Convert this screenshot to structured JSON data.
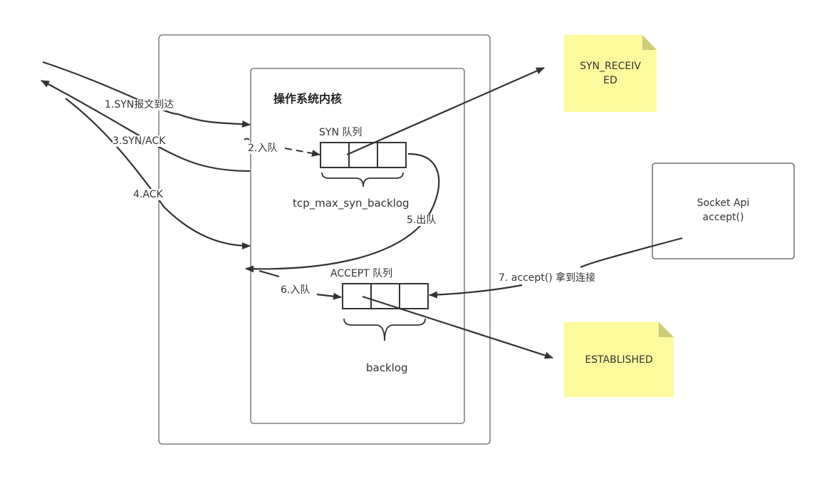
{
  "diagram": {
    "kernel_title": "操作系统内核",
    "syn_queue": {
      "label": "SYN 队列",
      "slots": 3,
      "brace_label": "tcp_max_syn_backlog"
    },
    "accept_queue": {
      "label": "ACCEPT 队列",
      "slots": 3,
      "brace_label": "backlog"
    },
    "socket_api": {
      "line1": "Socket Api",
      "line2": "accept()"
    },
    "notes": [
      {
        "id": "syn-received",
        "line1": "SYN_RECEIV",
        "line2": "ED"
      },
      {
        "id": "established",
        "line1": "ESTABLISHED",
        "line2": ""
      }
    ],
    "steps": [
      {
        "id": 1,
        "label": "1.SYN报文到达"
      },
      {
        "id": 2,
        "label": "2.入队"
      },
      {
        "id": 3,
        "label": "3.SYN/ACK"
      },
      {
        "id": 4,
        "label": "4.ACK"
      },
      {
        "id": 5,
        "label": "5.出队"
      },
      {
        "id": 6,
        "label": "6.入队"
      },
      {
        "id": 7,
        "label": "7. accept() 拿到连接"
      }
    ],
    "colors": {
      "stroke": "#333333",
      "box_border": "#666666",
      "note_fill": "#fdfa9d",
      "note_fold": "#cfcc7a",
      "text": "#333333"
    }
  }
}
